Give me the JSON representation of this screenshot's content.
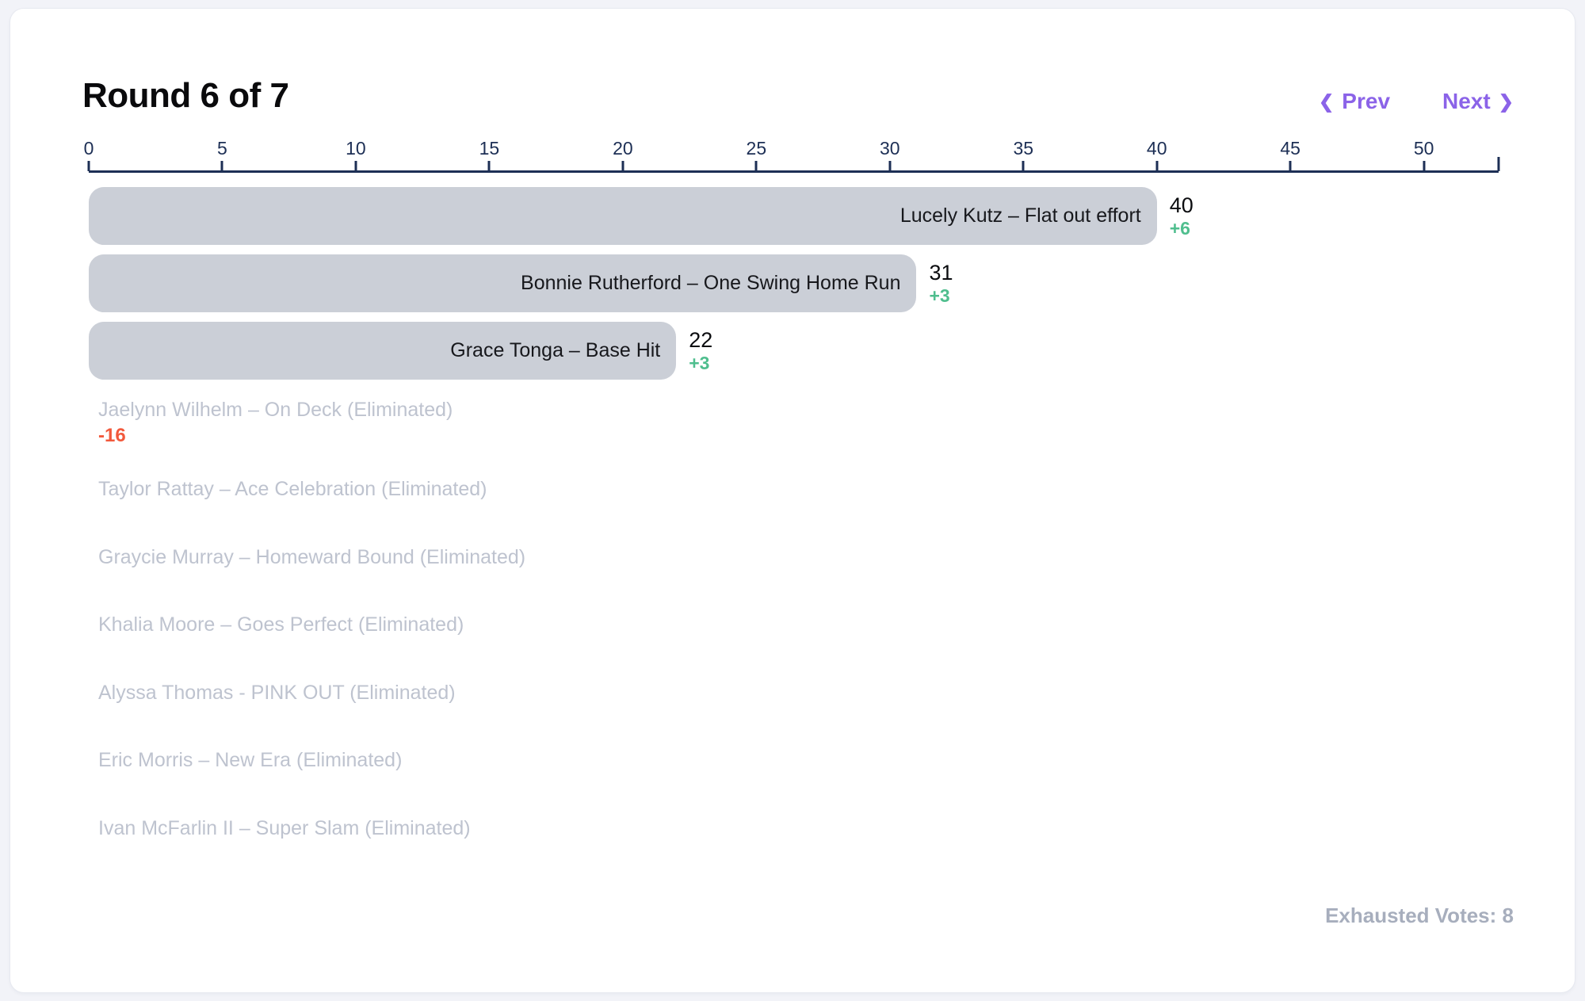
{
  "header": {
    "title": "Round 6 of 7",
    "prev": {
      "icon": "❮",
      "label": "Prev"
    },
    "next": {
      "label": "Next",
      "icon": "❯"
    }
  },
  "chart_data": {
    "type": "bar",
    "orientation": "horizontal",
    "title": "Round 6 of 7",
    "xlabel": "",
    "ylabel": "",
    "xlim": [
      0,
      52.8
    ],
    "axis_ticks": [
      0,
      5,
      10,
      15,
      20,
      25,
      30,
      35,
      40,
      45,
      50
    ],
    "grid": false,
    "candidates": [
      {
        "label": "Lucely Kutz – Flat out effort",
        "votes": 40,
        "delta": "+6",
        "eliminated": false
      },
      {
        "label": "Bonnie Rutherford – One Swing Home Run",
        "votes": 31,
        "delta": "+3",
        "eliminated": false
      },
      {
        "label": "Grace Tonga – Base Hit",
        "votes": 22,
        "delta": "+3",
        "eliminated": false
      },
      {
        "label": "Jaelynn Wilhelm – On Deck (Eliminated)",
        "votes": null,
        "delta": "-16",
        "eliminated": true
      },
      {
        "label": "Taylor Rattay – Ace Celebration (Eliminated)",
        "votes": null,
        "delta": null,
        "eliminated": true
      },
      {
        "label": "Graycie Murray – Homeward Bound (Eliminated)",
        "votes": null,
        "delta": null,
        "eliminated": true
      },
      {
        "label": "Khalia Moore – Goes Perfect (Eliminated)",
        "votes": null,
        "delta": null,
        "eliminated": true
      },
      {
        "label": "Alyssa Thomas - PINK OUT (Eliminated)",
        "votes": null,
        "delta": null,
        "eliminated": true
      },
      {
        "label": "Eric Morris – New Era (Eliminated)",
        "votes": null,
        "delta": null,
        "eliminated": true
      },
      {
        "label": "Ivan McFarlin II – Super Slam (Eliminated)",
        "votes": null,
        "delta": null,
        "eliminated": true
      }
    ]
  },
  "footer": {
    "exhausted_votes": "Exhausted Votes: 8"
  },
  "colors": {
    "accent_purple": "#8B63E8",
    "positive_green": "#4FBE8E",
    "negative_orange": "#F2593C",
    "axis_navy": "#1D2F55",
    "bar_gray": "#CBCFD7",
    "eliminated_gray": "#BEC3CF"
  }
}
